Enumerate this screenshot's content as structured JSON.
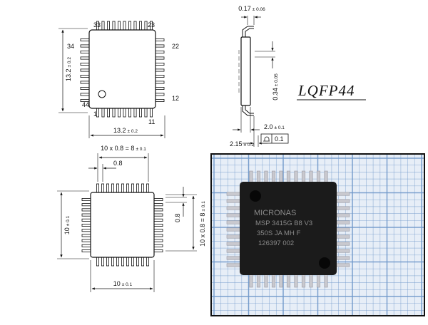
{
  "title": "LQFP44",
  "top_view": {
    "pins": {
      "p33": "33",
      "p23": "23",
      "p34": "34",
      "p22": "22",
      "p44": "44",
      "p12": "12",
      "p1": "1",
      "p11": "11"
    },
    "height": {
      "value": "13.2",
      "tol": "± 0.2"
    },
    "width": {
      "value": "13.2",
      "tol": "± 0.2"
    }
  },
  "side_view": {
    "lead_thickness": {
      "value": "0.17",
      "tol": "± 0.06"
    },
    "lead_width": {
      "value": "0.34",
      "tol": "± 0.05"
    },
    "body_height": {
      "value": "2.0",
      "tol": "± 0.1"
    },
    "total_height": {
      "value": "2.15",
      "tol": "± 0.2"
    },
    "flatness": "0.1"
  },
  "bottom_view": {
    "pitch_span_top": {
      "value": "10 x 0.8 = 8",
      "tol": "± 0.1"
    },
    "pitch_top": "0.8",
    "height": {
      "value": "10",
      "tol": "± 0.1"
    },
    "pitch_right": "0.8",
    "pitch_span_right": {
      "value": "10 x 0.8 = 8",
      "tol": "± 0.1"
    },
    "width": {
      "value": "10",
      "tol": "± 0.1"
    }
  },
  "photo": {
    "marking": [
      "MICRONAS",
      "MSP 3415G B8 V3",
      "350S  JA  MH F",
      "126397 002"
    ],
    "colors": {
      "grid_bg": "#e7eef7",
      "grid_line": "#6f97c9",
      "chip": "#1b1b1b",
      "lead": "#c9c9cf"
    }
  }
}
